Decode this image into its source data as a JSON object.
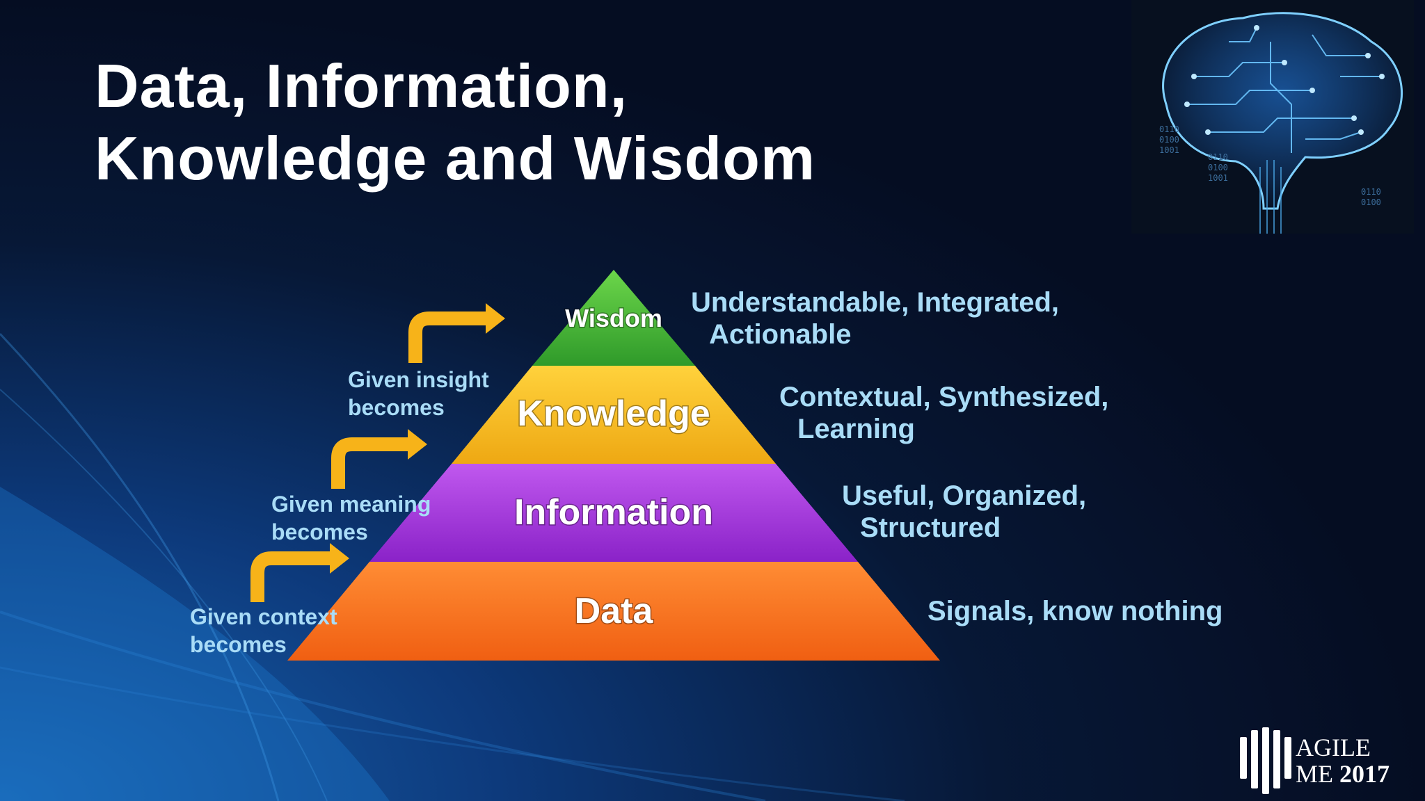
{
  "slide": {
    "title_line1": "Data, Information,",
    "title_line2": "Knowledge and Wisdom"
  },
  "pyramid": {
    "tiers": [
      {
        "label": "Wisdom",
        "color": "#46b535"
      },
      {
        "label": "Knowledge",
        "color": "#f0b51d"
      },
      {
        "label": "Information",
        "color": "#9e2fd8"
      },
      {
        "label": "Data",
        "color": "#f5731c"
      }
    ]
  },
  "descriptions": [
    {
      "line1": "Understandable, Integrated,",
      "line2": "Actionable"
    },
    {
      "line1": "Contextual, Synthesized,",
      "line2": "Learning"
    },
    {
      "line1": "Useful, Organized,",
      "line2": "Structured"
    },
    {
      "line1": "Signals, know nothing",
      "line2": ""
    }
  ],
  "transitions": [
    {
      "line1": "Given insight",
      "line2": "becomes"
    },
    {
      "line1": "Given meaning",
      "line2": "becomes"
    },
    {
      "line1": "Given context",
      "line2": "becomes"
    }
  ],
  "colors": {
    "arrow": "#f7b319",
    "description_text": "#a9dcf7"
  },
  "logo": {
    "line1": "AGILE",
    "line2_prefix": "ME",
    "line2_year": "2017"
  },
  "icons": {
    "brain": "circuit-brain-icon",
    "logo_mark": "agile-me-mark-icon"
  }
}
